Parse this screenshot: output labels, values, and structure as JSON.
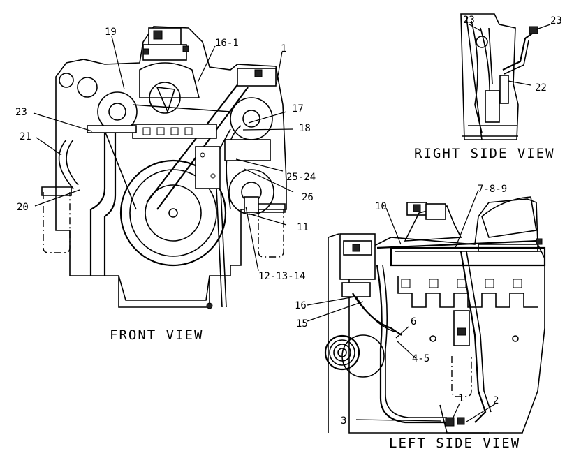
{
  "views": {
    "front": {
      "title": "FRONT VIEW"
    },
    "right": {
      "title": "RIGHT SIDE VIEW"
    },
    "left": {
      "title": "LEFT SIDE VIEW"
    }
  },
  "callouts": {
    "c19": "19",
    "c16_1": "16-1",
    "c1_front": "1",
    "c23_front": "23",
    "c21": "21",
    "c17": "17",
    "c18": "18",
    "c25_24": "25-24",
    "c26": "26",
    "c20": "20",
    "c11": "11",
    "c12_13_14": "12-13-14",
    "c23_right_a": "23",
    "c23_right_b": "23",
    "c22": "22",
    "c10": "10",
    "c7_8_9": "7-8-9",
    "c16_left": "16",
    "c15": "15",
    "c6": "6",
    "c4_5": "4-5",
    "c1_left": "1",
    "c2": "2",
    "c3": "3"
  }
}
